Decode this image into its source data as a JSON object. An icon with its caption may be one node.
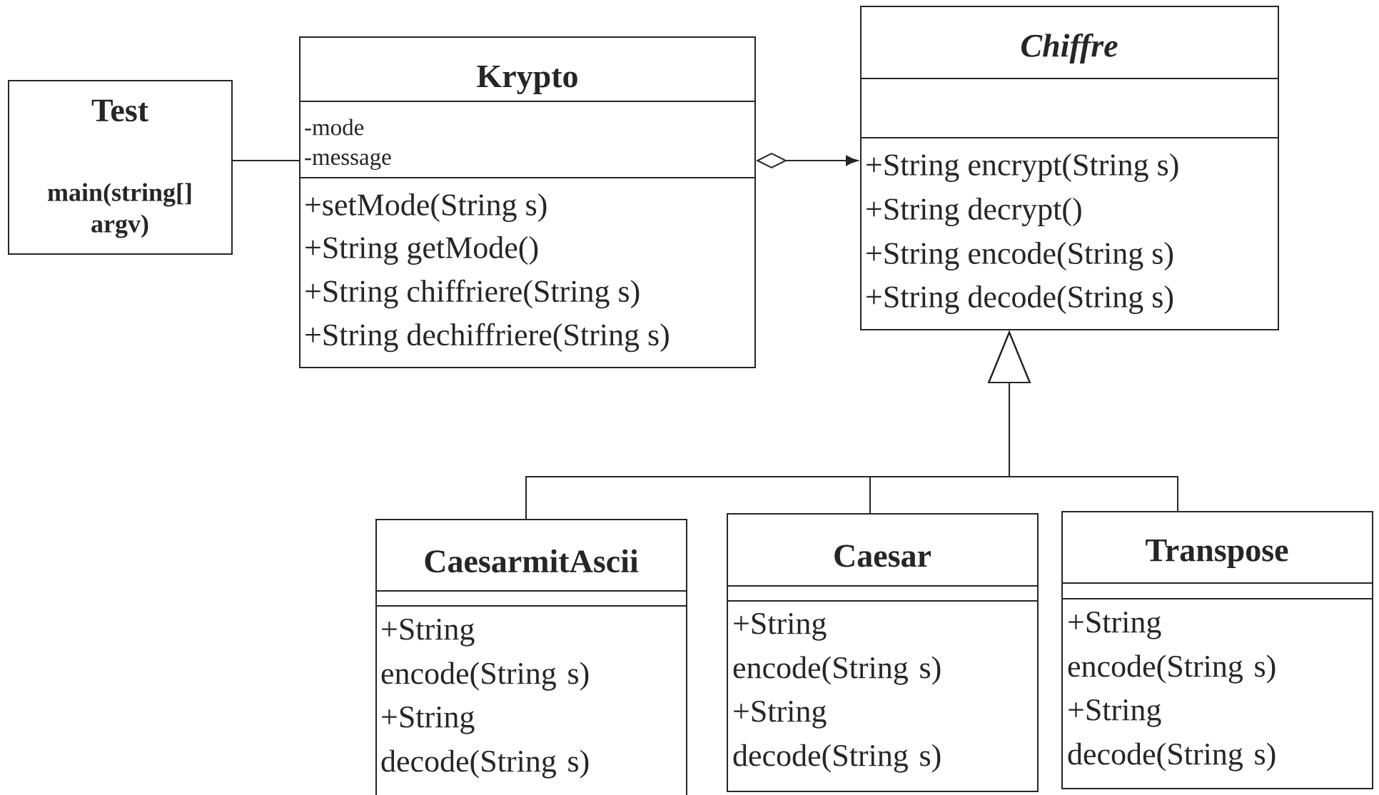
{
  "diagram": {
    "nodes": [
      {
        "text": [
          "Test",
          "main(string[] argv)"
        ]
      },
      {
        "text": [
          "Krypto",
          "-mode",
          "-message",
          "+setMode(String s)",
          "+String getMode()",
          "+String chiffriere(String s)",
          "+String dechiffriere(String s)"
        ]
      },
      {
        "text": [
          "Chiffre",
          "+String encrypt(String s)",
          "+String decrypt()",
          "+String encode(String s)",
          "+String decode(String s)"
        ]
      },
      {
        "text": [
          "CaesarmitAscii",
          "+String encode(String s)",
          "+String decode(String s)"
        ]
      },
      {
        "text": [
          "Caesar",
          "+String encode(String s)",
          "+String decode(String s)"
        ]
      },
      {
        "text": [
          "Transpose",
          "+String encode(String s)",
          "+String decode(String s)"
        ]
      }
    ],
    "edges": [
      {
        "from": 0,
        "to": 1,
        "arrow": "none"
      },
      {
        "from": 1,
        "to": 2,
        "arrow": "to"
      },
      {
        "from": 3,
        "to": 2,
        "arrow": "to"
      },
      {
        "from": 4,
        "to": 2,
        "arrow": "to"
      },
      {
        "from": 5,
        "to": 2,
        "arrow": "to"
      }
    ]
  }
}
